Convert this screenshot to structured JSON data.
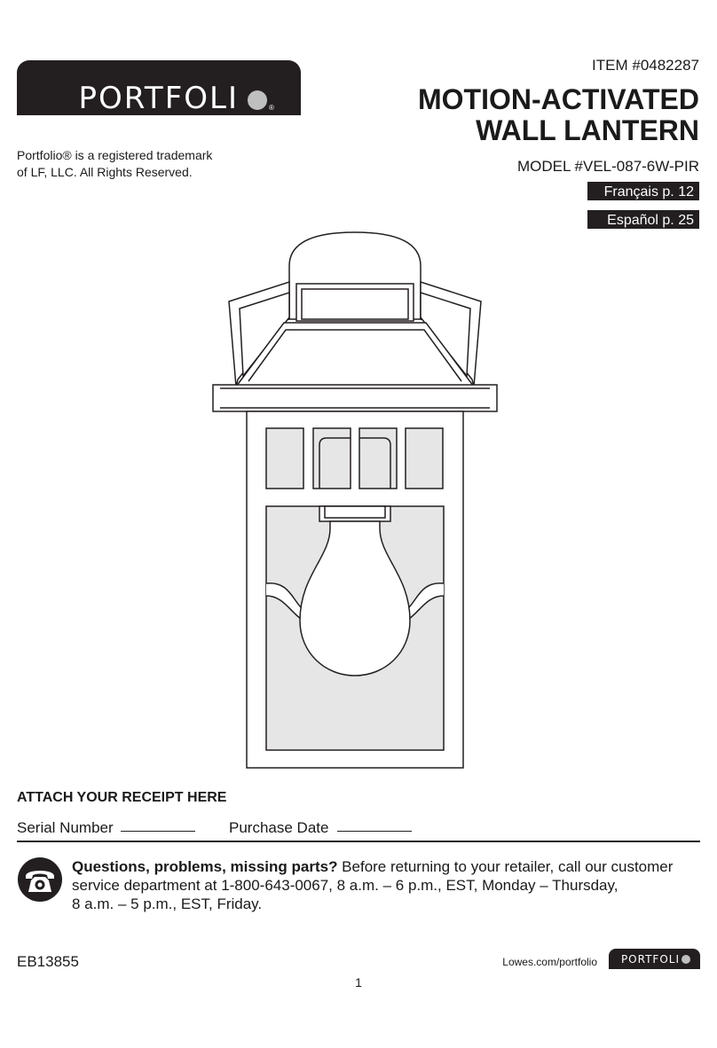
{
  "brand": {
    "logo_text": "PORTFOLI",
    "logo_reg": "®",
    "trademark_line1": "Portfolio® is a registered trademark",
    "trademark_line2": "of LF, LLC. All Rights Reserved."
  },
  "product": {
    "item": "ITEM #0482287",
    "title_line1": "MOTION-ACTIVATED",
    "title_line2": "WALL LANTERN",
    "model": "MODEL #VEL-087-6W-PIR"
  },
  "languages": [
    {
      "label": "Français p. 12"
    },
    {
      "label": "Español p. 25"
    }
  ],
  "receipt": {
    "heading": "ATTACH YOUR RECEIPT HERE",
    "serial_label": "Serial Number",
    "purchase_label": "Purchase Date"
  },
  "support": {
    "bold_text": "Questions, problems, missing parts?",
    "text_line1": " Before returning to your retailer, call our customer",
    "text_line2": "service department at 1-800-643-0067, 8 a.m. – 6 p.m., EST, Monday – Thursday,",
    "text_line3": "8 a.m. – 5 p.m., EST, Friday."
  },
  "footer": {
    "doc_code": "EB13855",
    "website": "Lowes.com/portfolio",
    "mini_logo_text": "PORTFOLI",
    "page_number": "1"
  },
  "icons": {
    "phone": "telephone-icon",
    "logo_dot": "logo-circle-icon"
  },
  "colors": {
    "ink": "#231f20",
    "glass": "#e6e6e6",
    "logo_accent": "#bfbfbf"
  }
}
